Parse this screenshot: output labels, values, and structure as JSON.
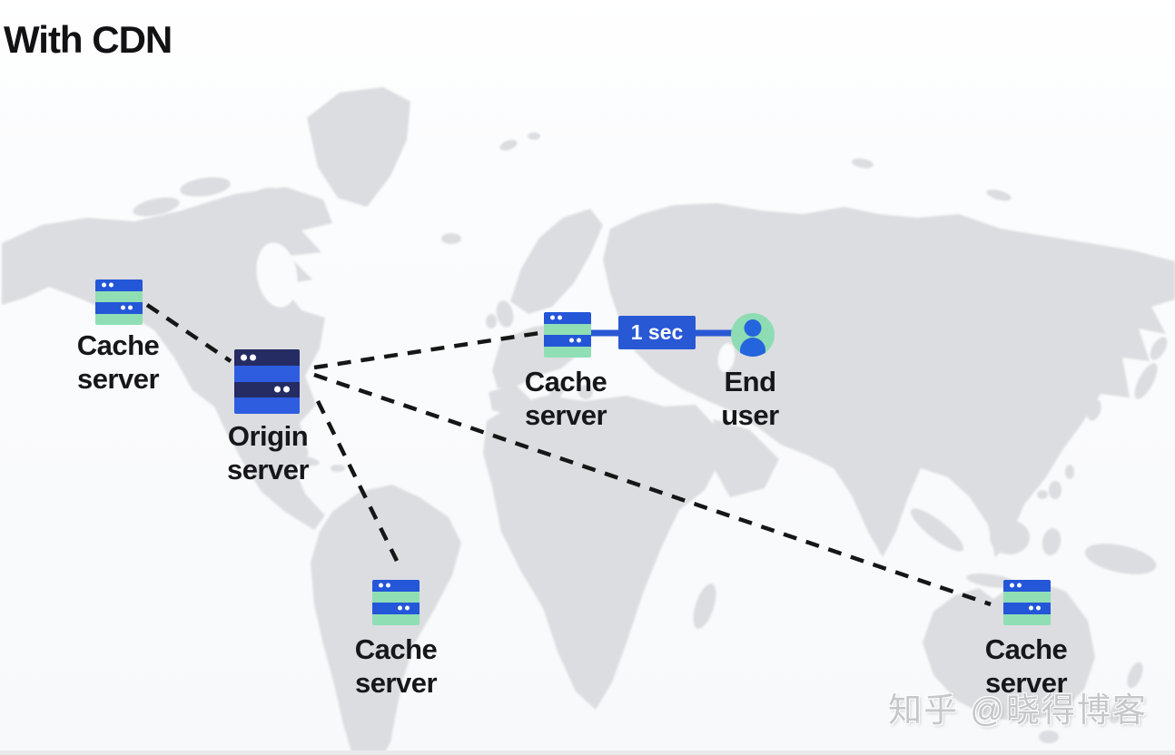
{
  "title": "With CDN",
  "nodes": {
    "cache_na": {
      "label": "Cache server",
      "type": "cache-server",
      "region": "north-america"
    },
    "origin": {
      "label": "Origin server",
      "type": "origin-server",
      "region": "north-america"
    },
    "cache_eu": {
      "label": "Cache server",
      "type": "cache-server",
      "region": "europe"
    },
    "cache_sa": {
      "label": "Cache server",
      "type": "cache-server",
      "region": "south-america"
    },
    "cache_au": {
      "label": "Cache server",
      "type": "cache-server",
      "region": "australia"
    },
    "end_user": {
      "label": "End user",
      "type": "end-user",
      "region": "europe"
    }
  },
  "latency_badge": {
    "text": "1 sec"
  },
  "edges": [
    {
      "from": "cache_na",
      "to": "origin",
      "style": "dashed"
    },
    {
      "from": "origin",
      "to": "cache_eu",
      "style": "dashed"
    },
    {
      "from": "origin",
      "to": "cache_sa",
      "style": "dashed"
    },
    {
      "from": "origin",
      "to": "cache_au",
      "style": "dashed"
    },
    {
      "from": "cache_eu",
      "to": "end_user",
      "style": "solid",
      "label": "1 sec"
    }
  ],
  "watermark": {
    "text": "知乎 @晓得博客"
  },
  "colors": {
    "cache_blue": "#2456d8",
    "cache_green": "#90dfb4",
    "origin_navy": "#252b63",
    "origin_blue": "#2e5de0",
    "user_green": "#8edcb4",
    "user_blue": "#2465dd",
    "badge_blue": "#2858d4",
    "map_gray": "#dcdde0",
    "dash_black": "#161616"
  }
}
